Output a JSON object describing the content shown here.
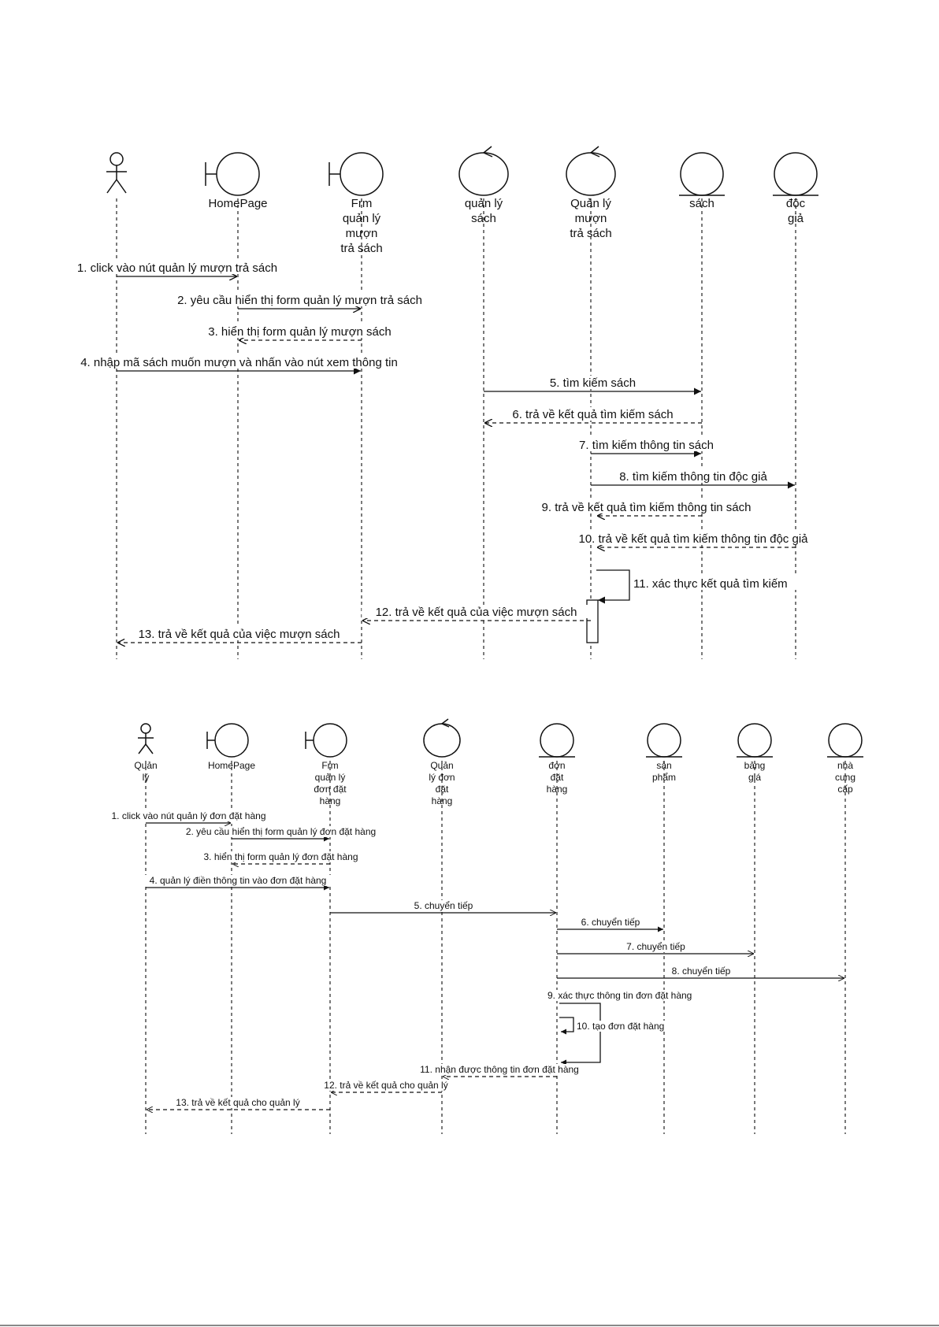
{
  "diagram1": {
    "actors": [
      {
        "type": "actor",
        "lines": []
      },
      {
        "type": "boundary",
        "lines": [
          "HomePage"
        ]
      },
      {
        "type": "boundary",
        "lines": [
          "Frm",
          "quản lý",
          "mượn",
          "trả sách"
        ]
      },
      {
        "type": "control",
        "lines": [
          "quản lý",
          "sách"
        ]
      },
      {
        "type": "control",
        "lines": [
          "Quản lý",
          "mượn",
          "trả sách"
        ]
      },
      {
        "type": "entity",
        "lines": [
          "sách"
        ]
      },
      {
        "type": "entity",
        "lines": [
          "độc",
          "giả"
        ]
      }
    ],
    "messages": [
      {
        "label": "1. click vào nút quản lý mượn trả sách",
        "from": 0,
        "to": 1,
        "kind": "open"
      },
      {
        "label": "2. yêu cầu hiển thị form quản lý mượn trả sách",
        "from": 1,
        "to": 2,
        "kind": "open"
      },
      {
        "label": "3. hiển thị form quản lý mượn sách",
        "from": 2,
        "to": 1,
        "kind": "return"
      },
      {
        "label": "4. nhập mã sách muốn mượn và nhấn vào nút xem thông tin",
        "from": 0,
        "to": 2,
        "kind": "sync"
      },
      {
        "label": "5. tìm kiếm sách",
        "from": 3,
        "to": 5,
        "kind": "sync"
      },
      {
        "label": "6. trả về kết quả tìm kiếm sách",
        "from": 5,
        "to": 3,
        "kind": "return"
      },
      {
        "label": "7. tìm kiếm thông tin sách",
        "from": 4,
        "to": 5,
        "kind": "sync"
      },
      {
        "label": "8. tìm kiếm thông tin độc giả",
        "from": 4,
        "to": 6,
        "kind": "sync"
      },
      {
        "label": "9. trả về kết quả tìm kiếm thông tin sách",
        "from": 5,
        "to": 4,
        "kind": "return"
      },
      {
        "label": "10. trả về kết quả tìm kiếm thông tin độc giả",
        "from": 6,
        "to": 4,
        "kind": "return"
      },
      {
        "label": "11. xác thực kết quả tìm kiếm",
        "from": 4,
        "to": 4,
        "kind": "self"
      },
      {
        "label": "12. trả về kết quả của việc mượn sách",
        "from": 4,
        "to": 2,
        "kind": "return"
      },
      {
        "label": "13. trả về kết quả của việc mượn sách",
        "from": 2,
        "to": 0,
        "kind": "return"
      }
    ]
  },
  "diagram2": {
    "actors": [
      {
        "type": "actor",
        "lines": [
          "Quản",
          "lý"
        ]
      },
      {
        "type": "boundary",
        "lines": [
          "HomePage"
        ]
      },
      {
        "type": "boundary",
        "lines": [
          "Frm",
          "quản lý",
          "đơn đặt",
          "hàng"
        ]
      },
      {
        "type": "control",
        "lines": [
          "Quản",
          "lý đơn",
          "đặt",
          "hàng"
        ]
      },
      {
        "type": "entity",
        "lines": [
          "đơn",
          "đặt",
          "hàng"
        ]
      },
      {
        "type": "entity",
        "lines": [
          "sản",
          "phẩm"
        ]
      },
      {
        "type": "entity",
        "lines": [
          "bảng",
          "giá"
        ]
      },
      {
        "type": "entity",
        "lines": [
          "nhà",
          "cung",
          "cấp"
        ]
      }
    ],
    "messages": [
      {
        "label": "1. click vào nút quản lý đơn đặt hàng",
        "from": 0,
        "to": 1,
        "kind": "open"
      },
      {
        "label": "2. yêu cầu hiển thị form quản lý đơn đặt hàng",
        "from": 1,
        "to": 2,
        "kind": "sync"
      },
      {
        "label": "3. hiển thị form quản lý đơn đặt hàng",
        "from": 2,
        "to": 1,
        "kind": "return"
      },
      {
        "label": "4. quản lý điền thông tin vào đơn đặt hàng",
        "from": 0,
        "to": 2,
        "kind": "sync"
      },
      {
        "label": "5. chuyển tiếp",
        "from": 2,
        "to": 4,
        "kind": "open"
      },
      {
        "label": "6. chuyển tiếp",
        "from": 4,
        "to": 5,
        "kind": "sync"
      },
      {
        "label": "7. chuyển tiếp",
        "from": 4,
        "to": 6,
        "kind": "open"
      },
      {
        "label": "8. chuyển tiếp",
        "from": 4,
        "to": 7,
        "kind": "open"
      },
      {
        "label": "9. xác thực thông tin đơn đặt hàng",
        "from": 4,
        "to": 4,
        "kind": "self"
      },
      {
        "label": "10. tạo đơn đặt hàng",
        "from": 4,
        "to": 4,
        "kind": "self"
      },
      {
        "label": "11. nhận được thông tin đơn đặt hàng",
        "from": 4,
        "to": 3,
        "kind": "return"
      },
      {
        "label": "12. trả về kết quả cho quản lý",
        "from": 3,
        "to": 2,
        "kind": "return"
      },
      {
        "label": "13. trả về kết quả cho quản lý",
        "from": 2,
        "to": 0,
        "kind": "return"
      }
    ]
  }
}
